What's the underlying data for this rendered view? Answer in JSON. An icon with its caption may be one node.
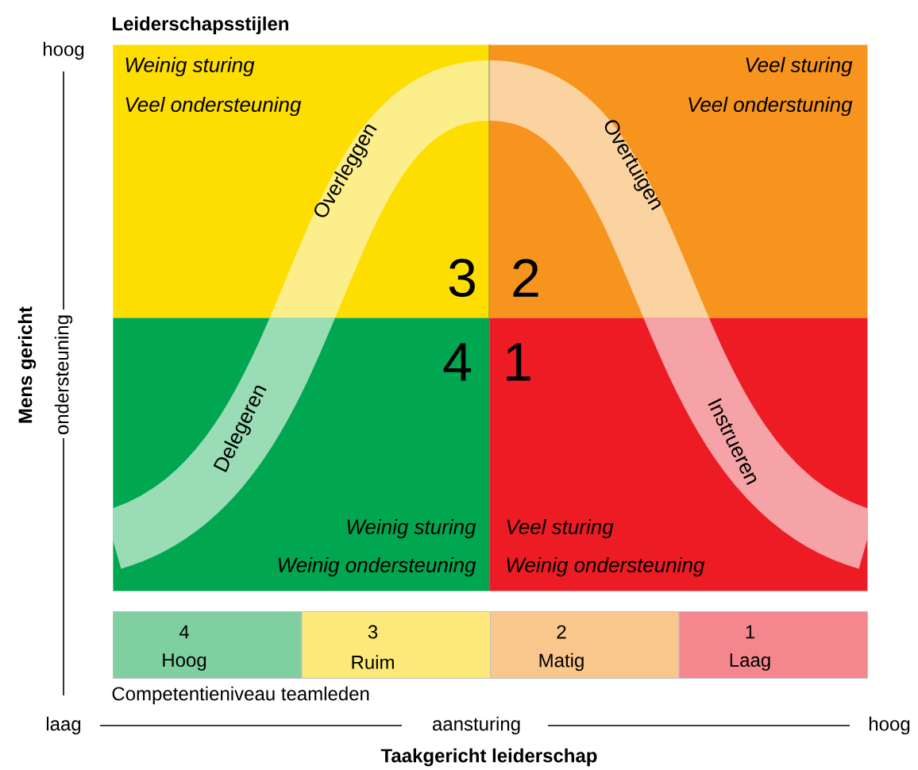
{
  "diagram": {
    "title": "Leiderschapsstijlen",
    "nodes": [
      {
        "text": [
          "Weinig sturing",
          "Veel ondersteuning",
          "3"
        ]
      },
      {
        "text": [
          "Veel sturing",
          "Veel onderstuning",
          "2"
        ]
      },
      {
        "text": [
          "4",
          "Weinig sturing",
          "Weinig ondersteuning"
        ]
      },
      {
        "text": [
          "1",
          "Veel sturing",
          "Weinig ondersteuning"
        ]
      },
      {
        "text": [
          "4",
          "Hoog"
        ]
      },
      {
        "text": [
          "3",
          "Ruim"
        ]
      },
      {
        "text": [
          "2",
          "Matig"
        ]
      },
      {
        "text": [
          "1",
          "Laag"
        ]
      }
    ],
    "labels": [
      "hoog",
      "Mens gericht",
      "ondersteuning",
      "Competentieniveau teamleden",
      "laag",
      "aansturing",
      "hoog",
      "Taakgericht leiderschap",
      "Overleggen",
      "Overtuigen",
      "Delegeren",
      "Instrueren"
    ]
  }
}
